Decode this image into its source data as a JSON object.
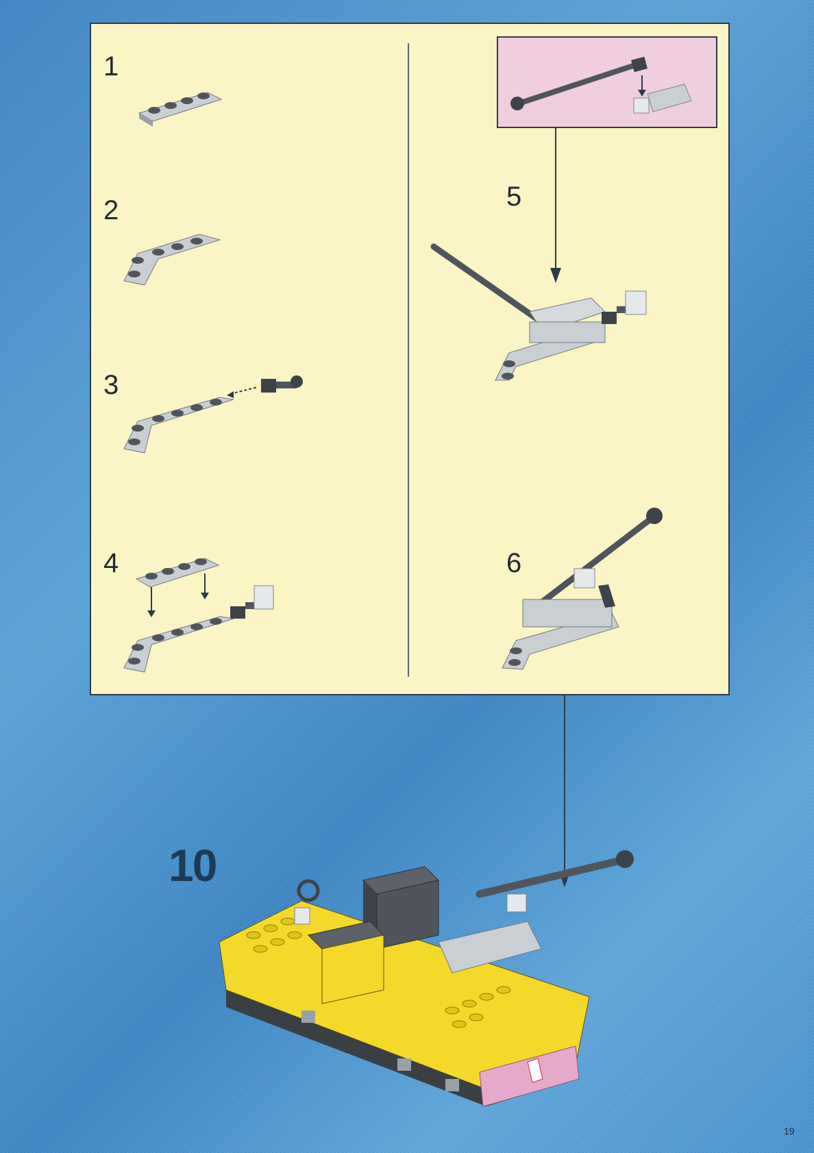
{
  "sub_steps": [
    {
      "label": "1"
    },
    {
      "label": "2"
    },
    {
      "label": "3"
    },
    {
      "label": "4"
    },
    {
      "label": "5"
    },
    {
      "label": "6"
    }
  ],
  "main_step": {
    "label": "10"
  },
  "page_number": "19",
  "colors": {
    "background": "#4a90cc",
    "panel": "#fbf4c4",
    "callout": "#f1cde0",
    "light_gray_brick": "#c9cfd3",
    "dark_gray_brick": "#4f555b",
    "yellow_brick": "#f4d92a",
    "pink_plate": "#e7a9c9",
    "arrow": "#2c3a48"
  }
}
